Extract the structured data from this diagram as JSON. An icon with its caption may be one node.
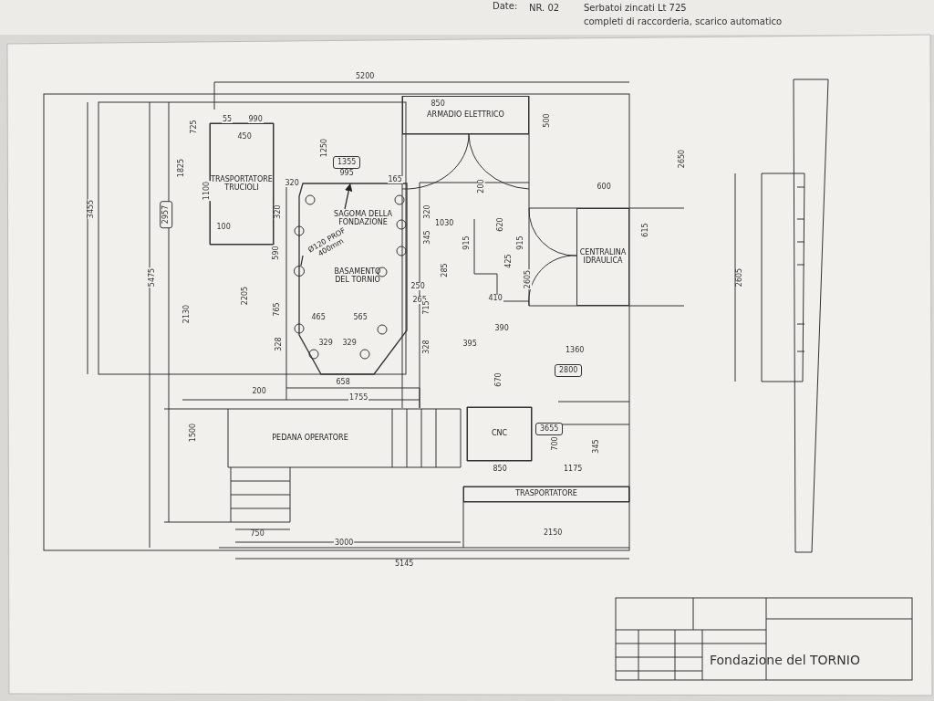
{
  "diagram": {
    "title": "Fondazione del TORNIO",
    "nodes": [
      {
        "text": [
          "TRASPORTATORE TRUCIOLI"
        ]
      },
      {
        "text": [],
        "shape": "box"
      },
      {
        "text": [
          "SAGOMA DELLA FONDAZIONE"
        ],
        "in": 1
      },
      {
        "text": [
          "BASAMENTO DEL TORNIO"
        ],
        "in": 1
      },
      {
        "text": [
          "Ø120 PROF 400mm"
        ],
        "in": 1
      },
      {
        "text": [],
        "shape": "circle"
      },
      {
        "text": [
          "ARMADIO ELETTRICO"
        ]
      },
      {
        "text": [
          "CENTRALINA IDRAULICA"
        ]
      },
      {
        "text": [
          "PEDANA OPERATORE"
        ]
      },
      {
        "text": [
          "CNC"
        ]
      },
      {
        "text": [
          "TRASPORTATORE"
        ]
      }
    ],
    "edges": [
      {
        "from": 2,
        "to": 1,
        "arrow": "to"
      },
      {
        "from": 4,
        "to": 5,
        "arrow": "none"
      }
    ],
    "labels": [
      "Date:",
      "NR. 02",
      "Serbatoi zincati Lt 725",
      "completi di raccorderia, scarico automatico",
      "5200",
      "850",
      "500",
      "55",
      "990",
      "725",
      "450",
      "1250",
      "1355",
      "2650",
      "1825",
      "3455",
      "2957",
      "995",
      "165",
      "1100",
      "320",
      "320",
      "320",
      "200",
      "600",
      "1030",
      "620",
      "915",
      "915",
      "615",
      "100",
      "345",
      "590",
      "285",
      "425",
      "2605",
      "250",
      "5475",
      "2130",
      "2205",
      "765",
      "265",
      "410",
      "715",
      "465",
      "565",
      "390",
      "328",
      "328",
      "329",
      "329",
      "395",
      "1360",
      "2800",
      "670",
      "658",
      "200",
      "1755",
      "1500",
      "3655",
      "700",
      "345",
      "850",
      "1175",
      "750",
      "3000",
      "2150",
      "5145",
      "2605"
    ]
  }
}
